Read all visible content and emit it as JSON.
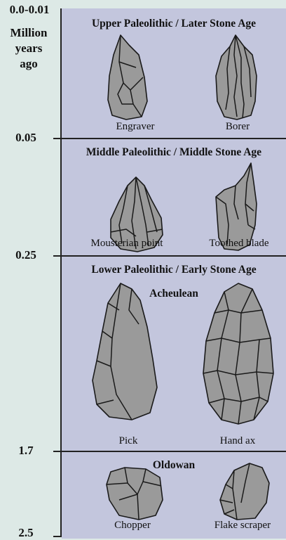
{
  "axis": {
    "title_lines": [
      "0.0-0.01",
      "Million",
      "years",
      "ago"
    ],
    "ticks": [
      "0.05",
      "0.25",
      "1.7",
      "2.5"
    ]
  },
  "periods": [
    {
      "heading": "Upper Paleolithic / Later Stone Age",
      "tools": [
        "Engraver",
        "Borer"
      ]
    },
    {
      "heading": "Middle Paleolithic / Middle Stone Age",
      "tools": [
        "Mousterian point",
        "Toothed blade"
      ]
    },
    {
      "heading": "Lower Paleolithic / Early Stone Age",
      "industries": [
        {
          "name": "Acheulean",
          "tools": [
            "Pick",
            "Hand ax"
          ]
        },
        {
          "name": "Oldowan",
          "tools": [
            "Chopper",
            "Flake scraper"
          ]
        }
      ]
    }
  ],
  "colors": {
    "background": "#dde9e6",
    "panel": "#c3c6dd",
    "tool_fill": "#9a9a9a",
    "outline": "#1a1a1a"
  }
}
